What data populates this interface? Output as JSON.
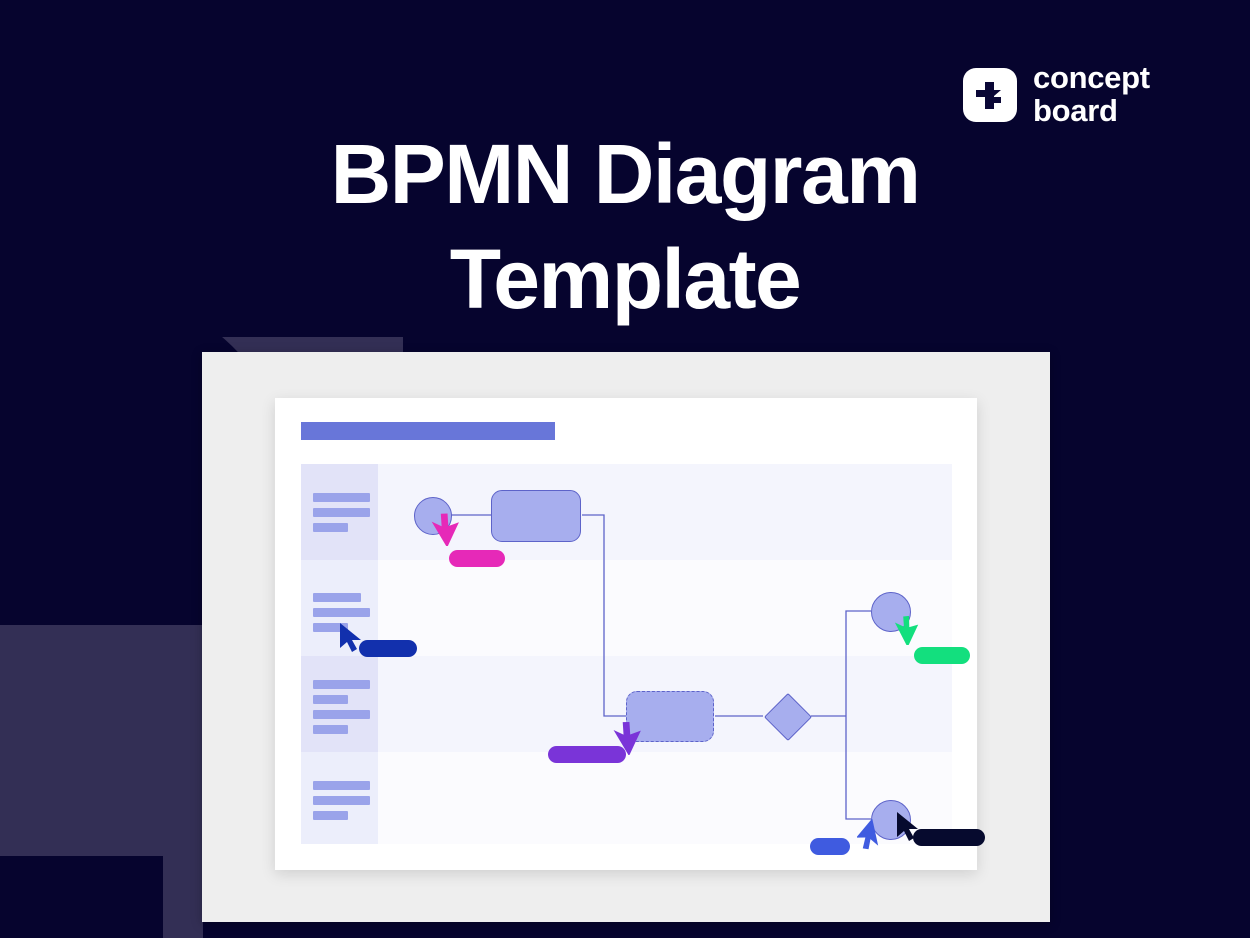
{
  "page": {
    "background_color": "#06042e",
    "accent_color": "#6876d9"
  },
  "brand": {
    "logo_icon": "conceptboard-plus-arrow-icon",
    "name_line1": "concept",
    "name_line2": "board",
    "logo_bg": "#ffffff",
    "logo_glyph_color": "#06042e"
  },
  "headline": {
    "line1": "BPMN Diagram",
    "line2": "Template",
    "color": "#ffffff"
  },
  "decor": {
    "arc_color": "#332f55",
    "rect_left_color": "#332f55",
    "rect_bottom_color": "#06042e"
  },
  "card": {
    "frame_color": "#eeeeee",
    "board_color": "#ffffff",
    "titlebar_color": "#6876d9"
  },
  "diagram": {
    "type": "bpmn-pool-lane-flowchart",
    "lane_header_colors": [
      "#e2e3f8",
      "#eceefb",
      "#e2e3f8",
      "#eceefb"
    ],
    "lane_band_colors": [
      "#f4f5fd",
      "#fbfbfe",
      "#f4f5fd",
      "#fbfbfe"
    ],
    "placeholder_line_color": "#9aa3ea",
    "shape_fill": "#a7aeee",
    "shape_stroke": "#5d63c9",
    "connector_stroke": "#5d63c9",
    "lanes": [
      {
        "name": "lane-1",
        "line_widths": [
          57,
          57,
          35
        ]
      },
      {
        "name": "lane-2",
        "line_widths": [
          48,
          57,
          35
        ]
      },
      {
        "name": "lane-3",
        "line_widths": [
          57,
          35,
          57,
          35
        ]
      },
      {
        "name": "lane-4",
        "line_widths": [
          57,
          57,
          35
        ]
      }
    ],
    "nodes": [
      {
        "name": "start-event",
        "shape": "circle",
        "lane": 1
      },
      {
        "name": "task-1",
        "shape": "task",
        "lane": 1
      },
      {
        "name": "task-2",
        "shape": "task-dashed",
        "lane": 3
      },
      {
        "name": "exclusive-gateway",
        "shape": "diamond",
        "lane": 3
      },
      {
        "name": "end-event-top",
        "shape": "circle",
        "lane": 2
      },
      {
        "name": "end-event-bottom",
        "shape": "circle",
        "lane": 4
      }
    ],
    "connectors": [
      {
        "name": "start-to-task1"
      },
      {
        "name": "task1-to-task2"
      },
      {
        "name": "task2-to-gateway"
      },
      {
        "name": "gateway-to-end-top"
      },
      {
        "name": "gateway-to-end-bottom"
      }
    ]
  },
  "collaborators": [
    {
      "name": "cursor-magenta",
      "cursor_color": "#e629b8",
      "chip_color": "#e629b8",
      "chip_width": 56
    },
    {
      "name": "cursor-navy",
      "cursor_color": "#1230ad",
      "chip_color": "#1230ad",
      "chip_width": 58
    },
    {
      "name": "cursor-purple",
      "cursor_color": "#7a34d8",
      "chip_color": "#7a34d8",
      "chip_width": 78
    },
    {
      "name": "cursor-green",
      "cursor_color": "#13df7e",
      "chip_color": "#13df7e",
      "chip_width": 56
    },
    {
      "name": "cursor-blue",
      "cursor_color": "#3f5be0",
      "chip_color": "#3f5be0",
      "chip_width": 40
    },
    {
      "name": "cursor-black",
      "cursor_color": "#060a2e",
      "chip_color": "#060a2e",
      "chip_width": 72
    }
  ]
}
